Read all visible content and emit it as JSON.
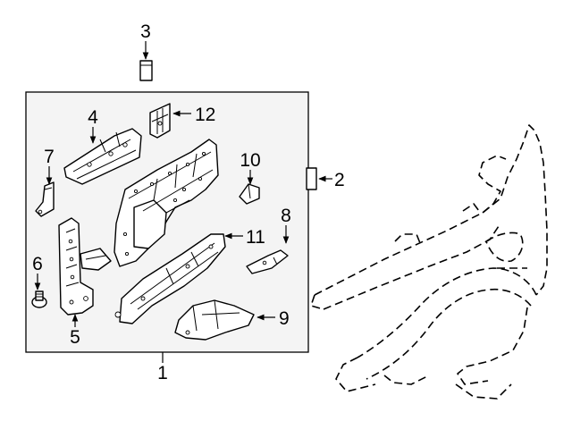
{
  "callouts": {
    "c1": "1",
    "c2": "2",
    "c3": "3",
    "c4": "4",
    "c5": "5",
    "c6": "6",
    "c7": "7",
    "c8": "8",
    "c9": "9",
    "c10": "10",
    "c11": "11",
    "c12": "12"
  },
  "colors": {
    "line": "#000000",
    "background": "#ffffff",
    "box_fill": "#f4f4f4"
  }
}
